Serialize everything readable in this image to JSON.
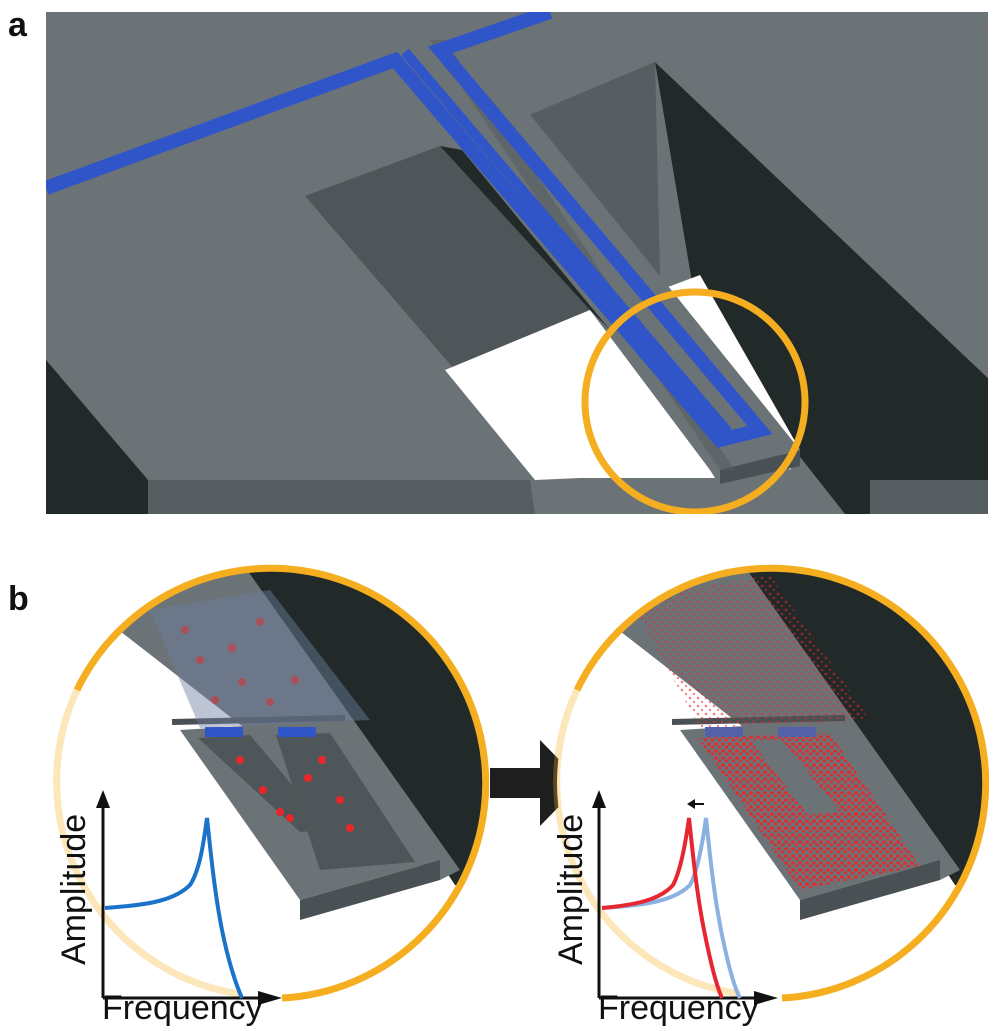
{
  "panels": {
    "a": {
      "label": "a"
    },
    "b": {
      "label": "b"
    }
  },
  "plots": {
    "left": {
      "y_axis_label": "Amplitude",
      "x_axis_label": "Frequency"
    },
    "right": {
      "y_axis_label": "Amplitude",
      "x_axis_label": "Frequency"
    }
  },
  "colors": {
    "background": "#ffffff",
    "substrate_top": "#6c7377",
    "substrate_side": "#575e62",
    "substrate_dark": "#222a29",
    "pit_floor": "#3d4446",
    "conductor_blue": "#2f55c8",
    "highlight_ring": "#f4ae1f",
    "molecule_red": "#e8272b",
    "curve_unloaded": "#1a73c9",
    "curve_loaded": "#e62630",
    "curve_unloaded_faint": "#8bb1e3"
  }
}
